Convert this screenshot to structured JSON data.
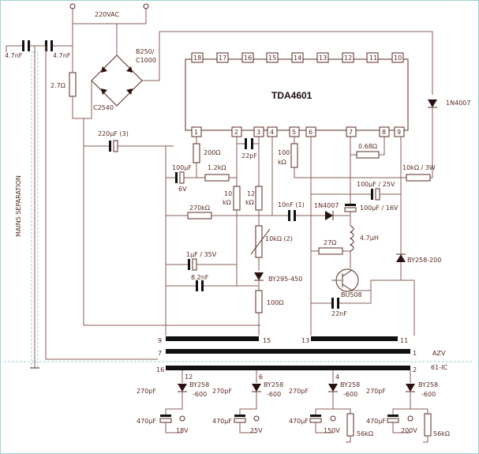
{
  "power": {
    "mains_label": "220VAC"
  },
  "ic": {
    "name": "TDA4601",
    "pins_top": [
      "18",
      "17",
      "16",
      "15",
      "14",
      "13",
      "12",
      "11",
      "10"
    ],
    "pins_bottom": [
      "1",
      "2",
      "3",
      "4",
      "5",
      "6",
      "7",
      "8",
      "9"
    ]
  },
  "mains_side": {
    "cap_left": "4.7nF",
    "cap_right": "4.7nF",
    "resistor": "2.7Ω",
    "bridge": "B250/\nC1000",
    "bridge_line1": "B250/",
    "bridge_line2": "C1000",
    "bridge_cap": "C2540",
    "filter_cap": "220µF (3)",
    "mains_sep": "MAINS SEPARATION"
  },
  "components": {
    "r200": "200Ω",
    "c22p": "22pF",
    "c100u6": "100µF",
    "v6": "6V",
    "r1k2": "1.2kΩ",
    "r10k": "10",
    "r10k_unit": "kΩ",
    "r12k": "12",
    "r12k_unit": "kΩ",
    "r100k": "100",
    "r100k_unit": "kΩ",
    "r068": "0.68Ω",
    "r10k3w": "10kΩ / 3W",
    "d1n4007_top": "1N4007",
    "c100u25": "100µF / 25V",
    "r270k": "270kΩ",
    "c10n": "10nF (1)",
    "d1n4007": "1N4007",
    "c100u16": "100µF / 16V",
    "pot10k": "10kΩ (2)",
    "l47": "4.7µH",
    "c1u": "1µF / 35V",
    "r27": "27Ω",
    "dby258": "BY258-200",
    "c8n2": "8.2nF",
    "dby295": "BY295-450",
    "q": "BU508",
    "r100": "100Ω",
    "c22n": "22nF"
  },
  "transformer": {
    "pins_row1": {
      "left": "9",
      "mid": "15",
      "mid2": "13",
      "right": "11"
    },
    "pins_row2": {
      "left": "7",
      "right": "1"
    },
    "azv": "AZV",
    "pins_row3": {
      "left": "16",
      "right": "2"
    },
    "ic61": "61-IC"
  },
  "outputs": [
    {
      "pin": "12",
      "cap": "270pF",
      "diode": "BY258",
      "diode2": "-600",
      "ecap": "470µF",
      "volt": "18V"
    },
    {
      "pin": "6",
      "cap": "270pF",
      "diode": "BY258",
      "diode2": "-600",
      "ecap": "470µF",
      "volt": "25V"
    },
    {
      "pin": "4",
      "cap": "270pF",
      "diode": "BY258",
      "diode2": "-600",
      "ecap": "470µF",
      "volt": "150V",
      "load": "56kΩ"
    },
    {
      "pin": "",
      "cap": "270pF",
      "diode": "BY258",
      "diode2": "-600",
      "ecap": "470µF",
      "volt": "200V",
      "load": "56kΩ"
    }
  ]
}
